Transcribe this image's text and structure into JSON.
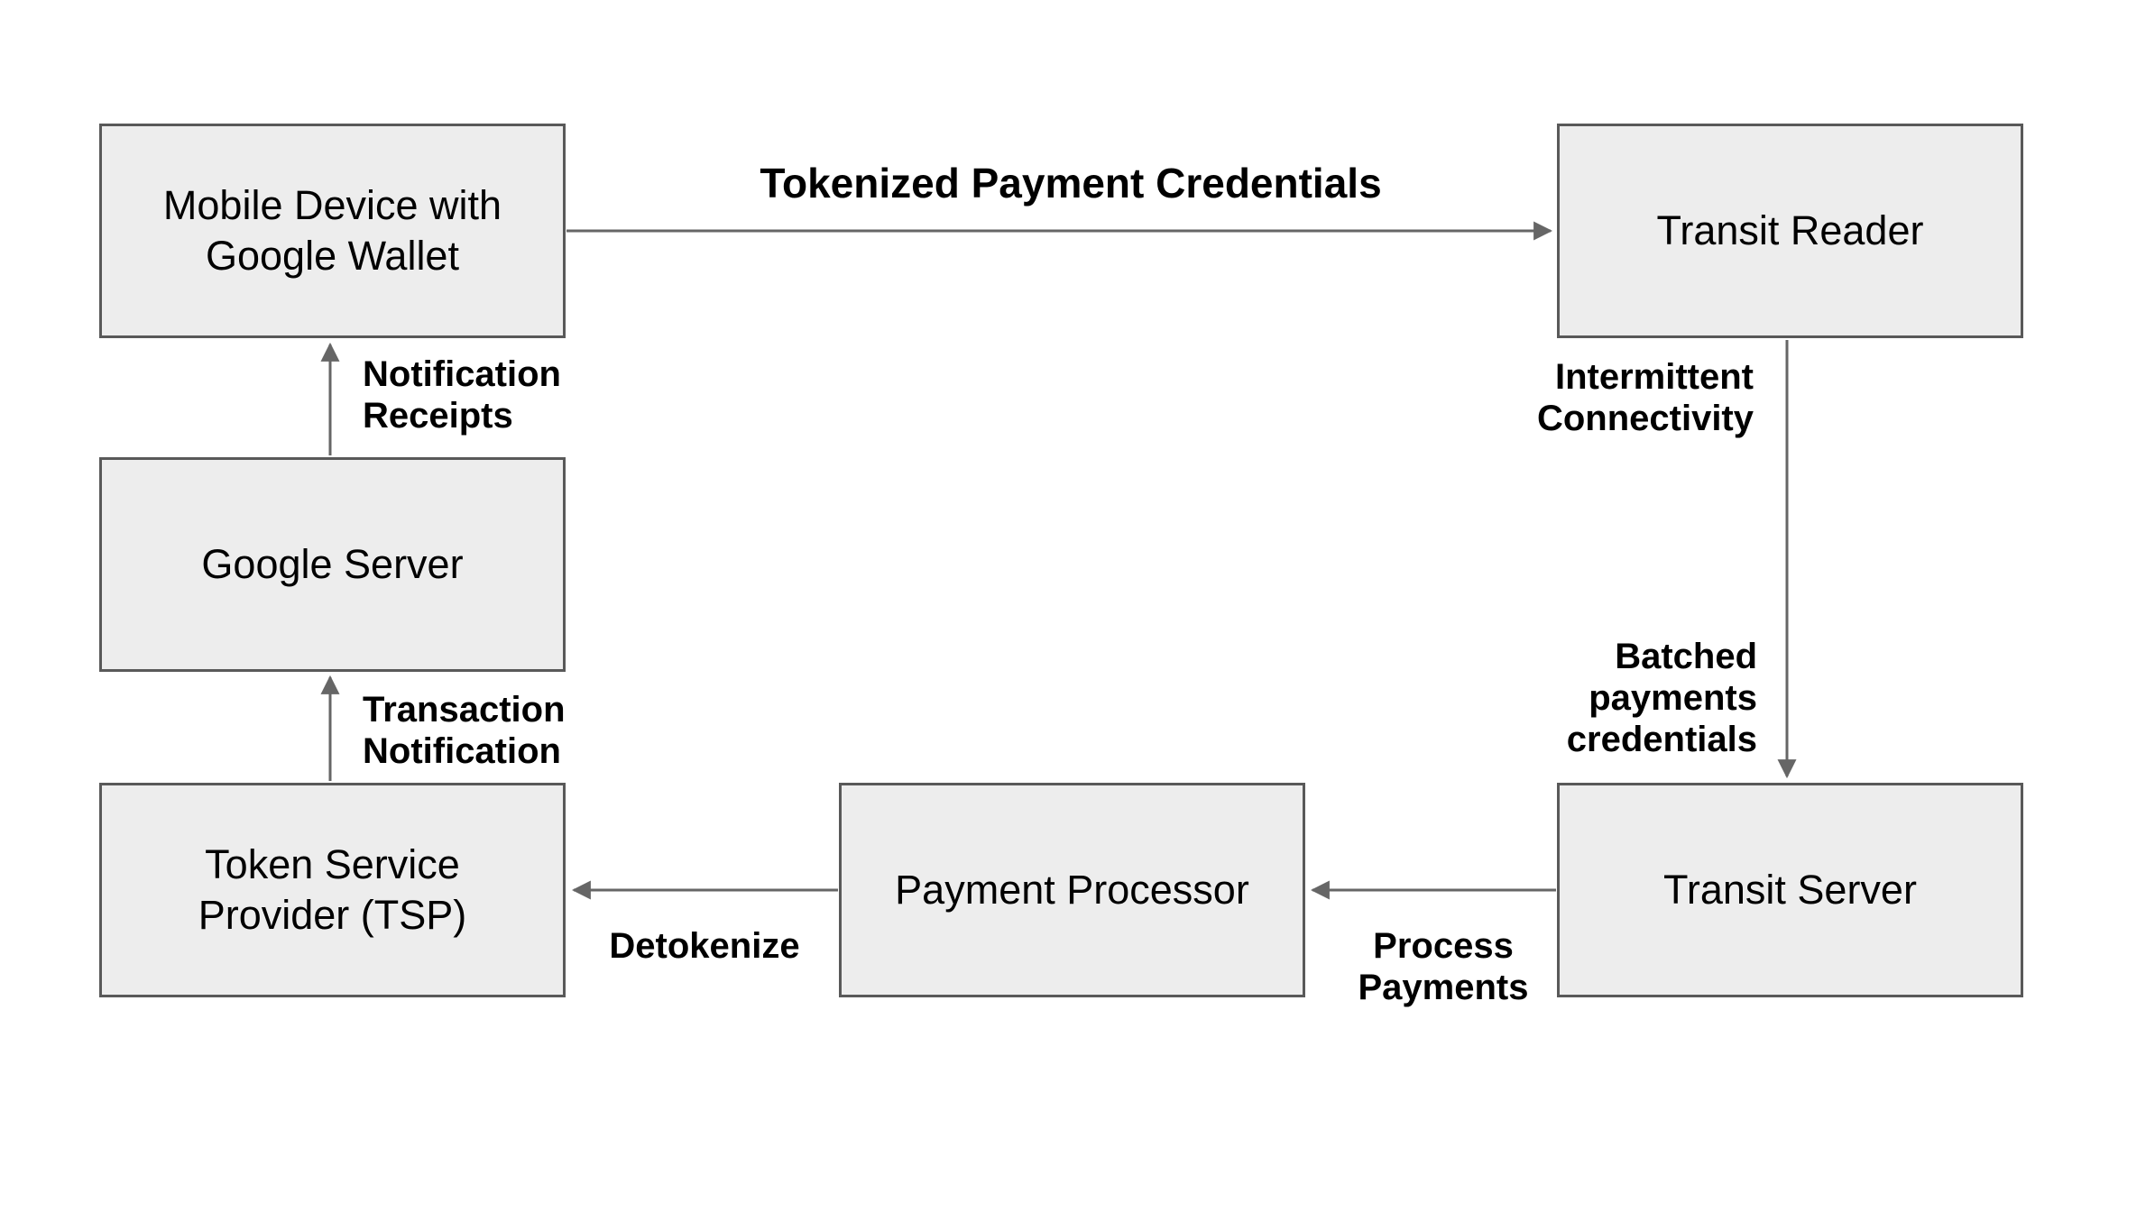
{
  "diagram": {
    "nodes": {
      "mobile_device": {
        "label": "Mobile Device with\nGoogle Wallet"
      },
      "transit_reader": {
        "label": "Transit Reader"
      },
      "google_server": {
        "label": "Google Server"
      },
      "token_service_provider": {
        "label": "Token Service\nProvider (TSP)"
      },
      "payment_processor": {
        "label": "Payment Processor"
      },
      "transit_server": {
        "label": "Transit Server"
      }
    },
    "edge_labels": {
      "tokenized_payment_credentials": "Tokenized Payment Credentials",
      "notification_receipts": "Notification\nReceipts",
      "transaction_notification": "Transaction\nNotification",
      "intermittent_connectivity": "Intermittent\nConnectivity",
      "batched_payments_credentials": "Batched\npayments\ncredentials",
      "detokenize": "Detokenize",
      "process_payments": "Process\nPayments"
    },
    "edges": [
      {
        "from": "mobile_device",
        "to": "transit_reader",
        "label": "Tokenized Payment Credentials"
      },
      {
        "from": "transit_reader",
        "to": "transit_server",
        "label": "Intermittent Connectivity / Batched payments credentials"
      },
      {
        "from": "transit_server",
        "to": "payment_processor",
        "label": "Process Payments"
      },
      {
        "from": "payment_processor",
        "to": "token_service_provider",
        "label": "Detokenize"
      },
      {
        "from": "token_service_provider",
        "to": "google_server",
        "label": "Transaction Notification"
      },
      {
        "from": "google_server",
        "to": "mobile_device",
        "label": "Notification Receipts"
      }
    ],
    "colors": {
      "node_fill": "#ededed",
      "node_border": "#595959",
      "arrow": "#666666",
      "text": "#000000",
      "background": "#ffffff"
    }
  }
}
